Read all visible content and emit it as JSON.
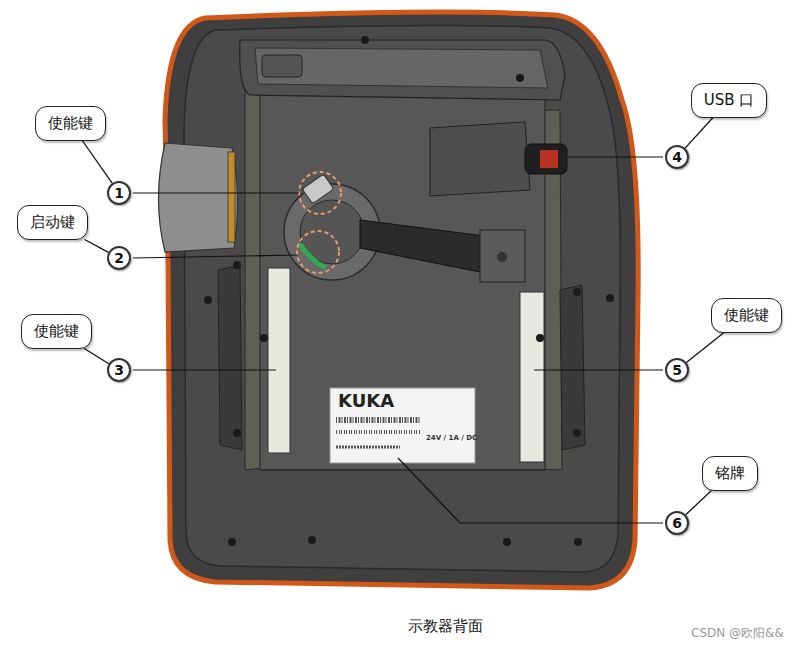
{
  "diagram": {
    "caption": "示教器背面",
    "nodes": [
      {
        "text": [
          "使能键"
        ]
      },
      {
        "text": [
          "1"
        ]
      },
      {
        "text": [
          "启动键"
        ]
      },
      {
        "text": [
          "2"
        ]
      },
      {
        "text": [
          "使能键"
        ]
      },
      {
        "text": [
          "3"
        ]
      },
      {
        "text": [
          "USB 口"
        ]
      },
      {
        "text": [
          "4"
        ]
      },
      {
        "text": [
          "使能键"
        ]
      },
      {
        "text": [
          "5"
        ]
      },
      {
        "text": [
          "铭牌"
        ]
      },
      {
        "text": [
          "6"
        ]
      }
    ],
    "edges": [
      {
        "from": 0,
        "to": 1,
        "arrow": "none"
      },
      {
        "from": 2,
        "to": 3,
        "arrow": "none"
      },
      {
        "from": 4,
        "to": 5,
        "arrow": "none"
      },
      {
        "from": 6,
        "to": 7,
        "arrow": "none"
      },
      {
        "from": 8,
        "to": 9,
        "arrow": "none"
      },
      {
        "from": 10,
        "to": 11,
        "arrow": "none"
      }
    ],
    "labels": [
      "KUKA",
      "24V / 1A / DC",
      "CSDN @欧阳&&"
    ]
  }
}
